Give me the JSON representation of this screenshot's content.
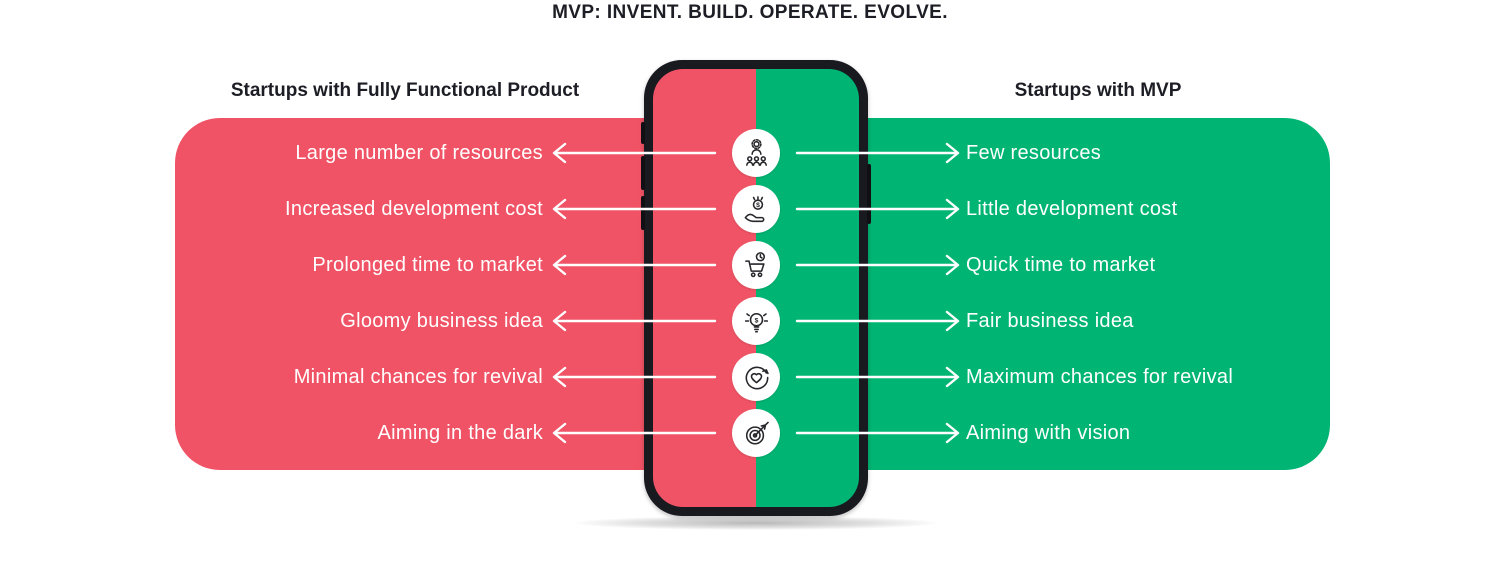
{
  "title": "MVP: INVENT. BUILD. OPERATE. EVOLVE.",
  "headers": {
    "left": "Startups with Fully Functional Product",
    "right": "Startups with MVP"
  },
  "colors": {
    "red": "#F05365",
    "green": "#00B573",
    "dark": "#1D1D25",
    "white": "#FFFFFF"
  },
  "rows": [
    {
      "left": "Large number of resources",
      "right": "Few resources",
      "icon": "team-resources-icon"
    },
    {
      "left": "Increased development cost",
      "right": "Little development cost",
      "icon": "hand-coin-icon"
    },
    {
      "left": "Prolonged time to market",
      "right": "Quick time to market",
      "icon": "cart-clock-icon"
    },
    {
      "left": "Gloomy business idea",
      "right": "Fair business idea",
      "icon": "bulb-dollar-icon"
    },
    {
      "left": "Minimal chances for revival",
      "right": "Maximum chances for revival",
      "icon": "heart-refresh-icon"
    },
    {
      "left": "Aiming in the dark",
      "right": "Aiming with vision",
      "icon": "target-arrow-icon"
    }
  ]
}
